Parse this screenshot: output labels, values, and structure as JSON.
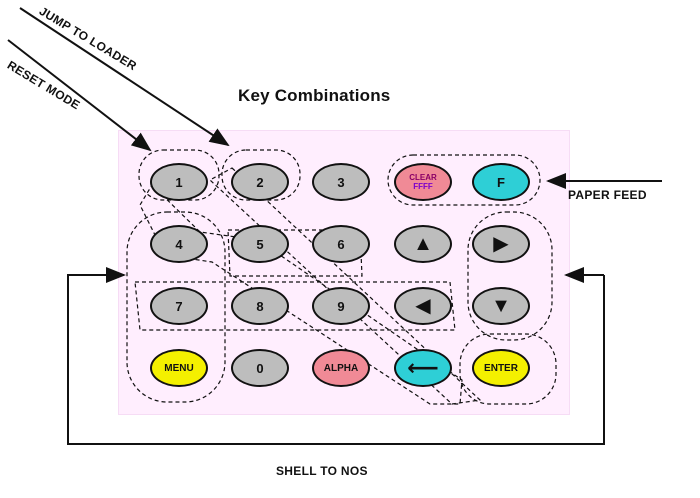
{
  "title": "Key Combinations",
  "labels": {
    "jump_to_loader": "JUMP TO LOADER",
    "reset_mode": "RESET MODE",
    "paper_feed": "PAPER FEED",
    "shell_to_nos": "SHELL TO NOS"
  },
  "keys": {
    "k1": {
      "label": "1",
      "color": "#bdbdbd"
    },
    "k2": {
      "label": "2",
      "color": "#bdbdbd"
    },
    "k3": {
      "label": "3",
      "color": "#bdbdbd"
    },
    "clear": {
      "label": "CLEAR",
      "sub": "FFFF",
      "color": "#f08a96"
    },
    "f": {
      "label": "F",
      "color": "#2ecfd6"
    },
    "k4": {
      "label": "4",
      "color": "#bdbdbd"
    },
    "k5": {
      "label": "5",
      "color": "#bdbdbd"
    },
    "k6": {
      "label": "6",
      "color": "#bdbdbd"
    },
    "up": {
      "icon": "up-arrow-icon",
      "glyph": "▲",
      "color": "#bdbdbd"
    },
    "right": {
      "icon": "right-arrow-icon",
      "glyph": "▶",
      "color": "#bdbdbd"
    },
    "k7": {
      "label": "7",
      "color": "#bdbdbd"
    },
    "k8": {
      "label": "8",
      "color": "#bdbdbd"
    },
    "k9": {
      "label": "9",
      "color": "#bdbdbd"
    },
    "left": {
      "icon": "left-arrow-icon",
      "glyph": "◀",
      "color": "#bdbdbd"
    },
    "down": {
      "icon": "down-arrow-icon",
      "glyph": "▼",
      "color": "#bdbdbd"
    },
    "menu": {
      "label": "MENU",
      "color": "#f4f000"
    },
    "k0": {
      "label": "0",
      "color": "#bdbdbd"
    },
    "alpha": {
      "label": "ALPHA",
      "color": "#f08a96"
    },
    "backspace": {
      "icon": "backspace-arrow-icon",
      "glyph": "⟵",
      "color": "#2ecfd6"
    },
    "enter": {
      "label": "ENTER",
      "color": "#f4f000"
    }
  }
}
